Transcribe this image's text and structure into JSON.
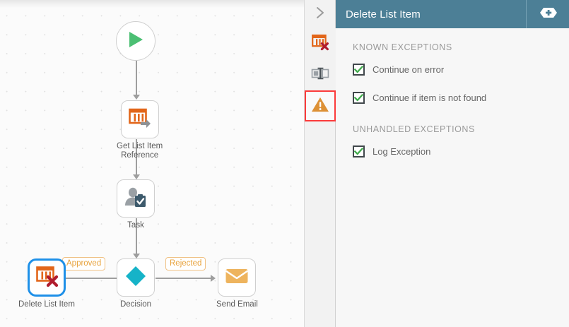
{
  "canvas": {
    "nodes": [
      {
        "id": "start",
        "name": "start-node",
        "label": "",
        "icon": "play-icon",
        "shape": "circle",
        "selected": false
      },
      {
        "id": "get-item",
        "name": "get-list-item-node",
        "label": "Get List Item\nReference",
        "icon": "get-list-item-icon",
        "shape": "box",
        "selected": false
      },
      {
        "id": "task",
        "name": "task-node",
        "label": "Task",
        "icon": "user-task-icon",
        "shape": "box",
        "selected": false
      },
      {
        "id": "decision",
        "name": "decision-node",
        "label": "Decision",
        "icon": "diamond-icon",
        "shape": "box",
        "selected": false
      },
      {
        "id": "delete",
        "name": "delete-list-item-node",
        "label": "Delete List Item",
        "icon": "delete-list-icon",
        "shape": "box",
        "selected": true
      },
      {
        "id": "email",
        "name": "send-email-node",
        "label": "Send Email",
        "icon": "envelope-icon",
        "shape": "box",
        "selected": false
      }
    ],
    "edge_labels": [
      {
        "name": "edge-label-approved",
        "text": "Approved"
      },
      {
        "name": "edge-label-rejected",
        "text": "Rejected"
      }
    ],
    "colors": {
      "selection": "#1e90e8",
      "edge_label": "#e8a33d",
      "connector": "#9e9e9e",
      "start_green": "#4bbf73",
      "orange": "#e2661a",
      "teal": "#16b3c8",
      "envelope": "#eeb45e"
    }
  },
  "rail": {
    "collapse": {
      "name": "collapse-panel-chevron",
      "icon": "chevron-right-icon"
    },
    "items": [
      {
        "name": "rail-item-delete-list",
        "icon": "delete-list-icon",
        "active": false
      },
      {
        "name": "rail-item-properties",
        "icon": "properties-icon",
        "active": false
      },
      {
        "name": "rail-item-exceptions",
        "icon": "warning-triangle-icon",
        "active": true
      }
    ]
  },
  "panel": {
    "title": "Delete List Item",
    "add_button": {
      "name": "add-button",
      "icon": "plus-badge-icon"
    },
    "header_bg": "#4c7f96",
    "sections": [
      {
        "title": "KNOWN EXCEPTIONS",
        "options": [
          {
            "label": "Continue on error",
            "checked": true
          },
          {
            "label": "Continue if item is not found",
            "checked": true
          }
        ]
      },
      {
        "title": "UNHANDLED EXCEPTIONS",
        "options": [
          {
            "label": "Log Exception",
            "checked": true
          }
        ]
      }
    ],
    "check_color": "#3faa4b"
  }
}
